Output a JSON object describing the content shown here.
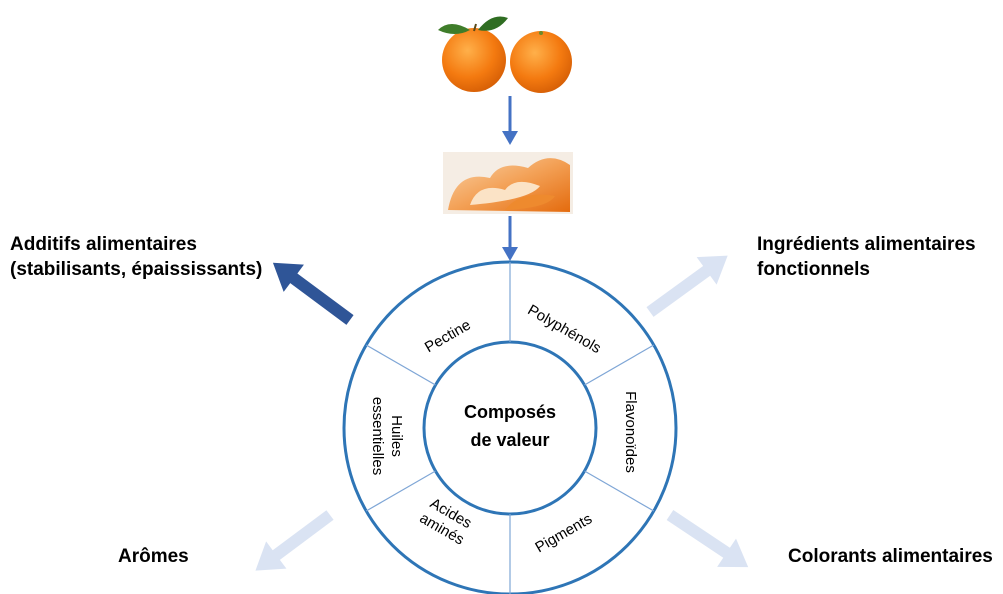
{
  "center": {
    "line1": "Composés",
    "line2": "de valeur"
  },
  "segments": [
    {
      "id": "pectine",
      "lines": [
        "Pectine"
      ]
    },
    {
      "id": "polyphenols",
      "lines": [
        "Polyphénols"
      ]
    },
    {
      "id": "flavonoides",
      "lines": [
        "Flavonoïdes"
      ]
    },
    {
      "id": "pigments",
      "lines": [
        "Pigments"
      ]
    },
    {
      "id": "acides-amines",
      "lines": [
        "Acides",
        "aminés"
      ]
    },
    {
      "id": "huiles-essentielles",
      "lines": [
        "Huiles",
        "essentielles"
      ]
    }
  ],
  "outcomes": {
    "additives": {
      "line1": "Additifs alimentaires",
      "line2": "(stabilisants, épaississants)"
    },
    "ingredients": {
      "line1": "Ingrédients alimentaires",
      "line2": "fonctionnels"
    },
    "aromas": {
      "line1": "Arômes"
    },
    "colorants": {
      "line1": "Colorants alimentaires"
    }
  },
  "colors": {
    "ring": "#2e75b6",
    "flow_arrow": "#4472c4",
    "big_arrow_dark": "#2f5597",
    "big_arrow_light": "#dae3f3",
    "orange": "#f07d1a"
  }
}
